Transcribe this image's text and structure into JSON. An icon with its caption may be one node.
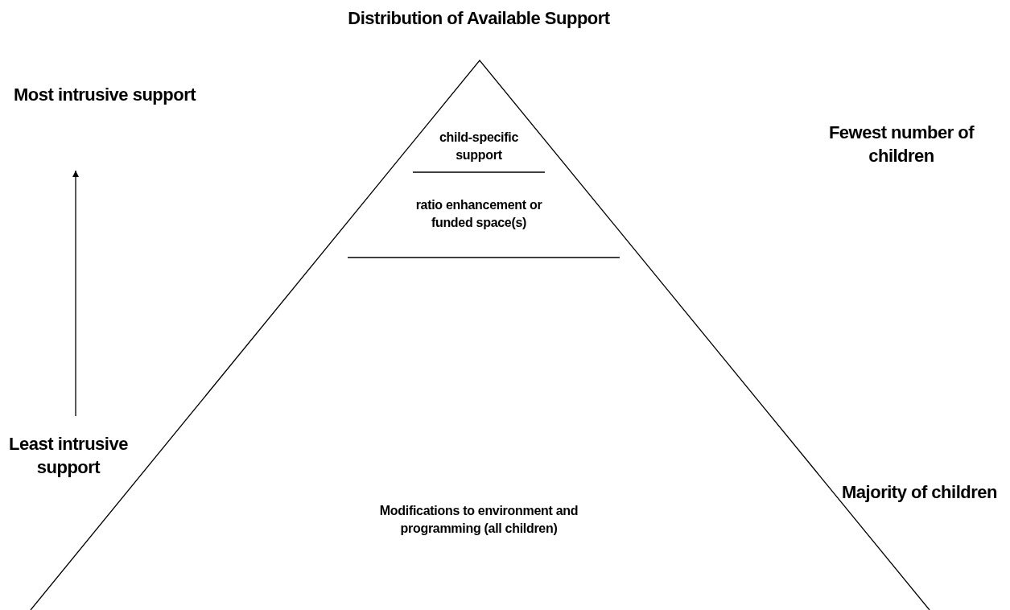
{
  "diagram": {
    "title": "Distribution of Available Support",
    "nodes": [
      {
        "text": [
          "Most intrusive support"
        ]
      },
      {
        "text": [
          "Least intrusive support"
        ]
      },
      {
        "text": [
          "child-specific support"
        ]
      },
      {
        "text": [
          "ratio enhancement or funded space(s)"
        ]
      },
      {
        "text": [
          "Modifications to environment and programming (all children)"
        ]
      }
    ],
    "edges": [
      {
        "from": 1,
        "to": 0,
        "arrow": "to"
      }
    ],
    "labels": [
      "Fewest number of children",
      "Majority of children"
    ]
  }
}
